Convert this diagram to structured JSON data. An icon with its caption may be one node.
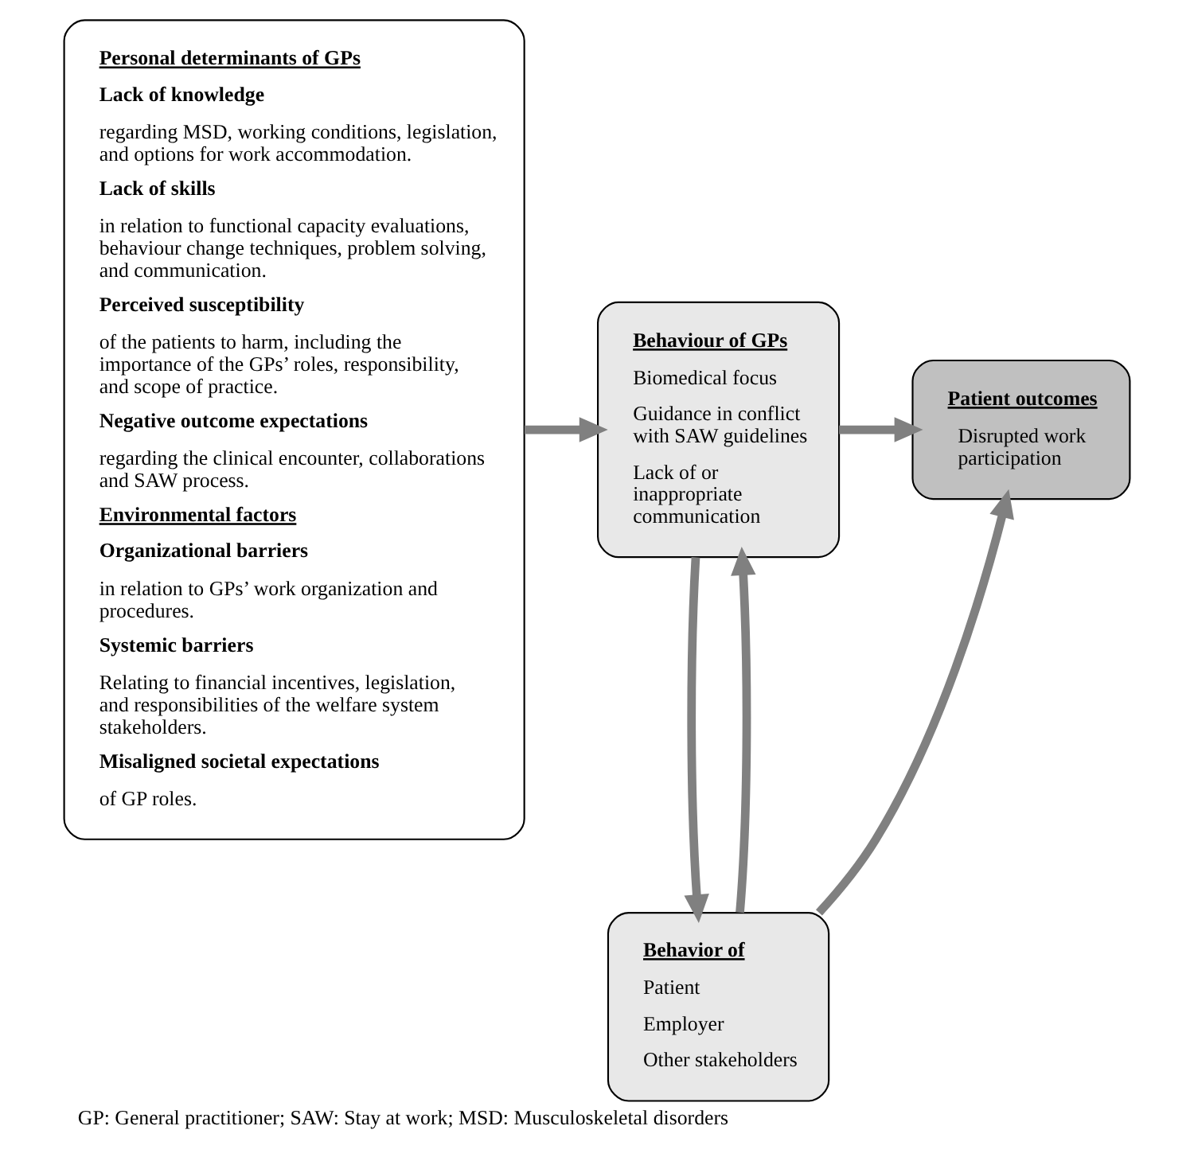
{
  "diagram": {
    "caption": "GP: General practitioner; SAW: Stay at work; MSD: Musculoskeletal disorders",
    "nodes": [
      {
        "text": [
          "Personal determinants of GPs",
          "Lack of knowledge",
          "regarding MSD, working conditions, legislation, and options for work accommodation.",
          "Lack of skills",
          "in relation to functional capacity evaluations, behaviour change techniques, problem solving, and communication.",
          "Perceived susceptibility",
          "of the patients to harm, including the importance of the GPs’ roles, responsibility, and scope of practice.",
          "Negative outcome expectations",
          "regarding the clinical encounter, collaborations and SAW process.",
          "Environmental factors",
          "Organizational barriers",
          "in relation to GPs’ work organization and procedures.",
          "Systemic barriers",
          "Relating to financial incentives, legislation, and responsibilities of the welfare system stakeholders.",
          "Misaligned societal expectations",
          "of GP roles."
        ]
      },
      {
        "text": [
          "Behaviour of GPs",
          "Biomedical focus",
          "Guidance in conflict with SAW guidelines",
          "Lack of or inappropriate communication"
        ]
      },
      {
        "text": [
          "Patient outcomes",
          "Disrupted work participation"
        ]
      },
      {
        "text": [
          "Behavior of",
          "Patient",
          "Employer",
          "Other stakeholders"
        ]
      }
    ],
    "edges": [
      {
        "from": 0,
        "to": 1,
        "arrow": "to"
      },
      {
        "from": 1,
        "to": 2,
        "arrow": "to"
      },
      {
        "from": 1,
        "to": 3,
        "arrow": "to"
      },
      {
        "from": 3,
        "to": 1,
        "arrow": "to"
      },
      {
        "from": 3,
        "to": 2,
        "arrow": "to"
      }
    ]
  }
}
